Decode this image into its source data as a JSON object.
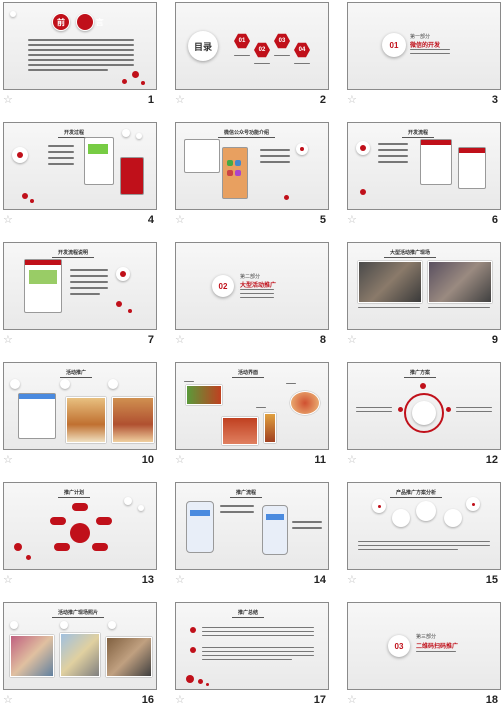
{
  "slides": [
    {
      "num": "1",
      "title": "前 言"
    },
    {
      "num": "2",
      "title": "目录",
      "hexes": [
        "01",
        "02",
        "03",
        "04"
      ]
    },
    {
      "num": "3",
      "section": "01",
      "kicker": "第一部分",
      "heading": "微信的开发"
    },
    {
      "num": "4",
      "title": "开发过程"
    },
    {
      "num": "5",
      "title": "微信公众号功能介绍"
    },
    {
      "num": "6",
      "title": "开发流程"
    },
    {
      "num": "7",
      "title": "开发流程说明"
    },
    {
      "num": "8",
      "section": "02",
      "kicker": "第二部分",
      "heading": "大型活动推广"
    },
    {
      "num": "9",
      "title": "大型活动推广现场"
    },
    {
      "num": "10",
      "title": "活动推广"
    },
    {
      "num": "11",
      "title": "活动界面"
    },
    {
      "num": "12",
      "title": "推广方案"
    },
    {
      "num": "13",
      "title": "推广计划"
    },
    {
      "num": "14",
      "title": "推广流程"
    },
    {
      "num": "15",
      "title": "产品推广方案分析"
    },
    {
      "num": "16",
      "title": "活动推广现场照片"
    },
    {
      "num": "17",
      "title": "推广总结"
    },
    {
      "num": "18",
      "section": "03",
      "kicker": "第三部分",
      "heading": "二维码扫码推广"
    }
  ],
  "star_icon": "☆",
  "accent": "#c0101a"
}
